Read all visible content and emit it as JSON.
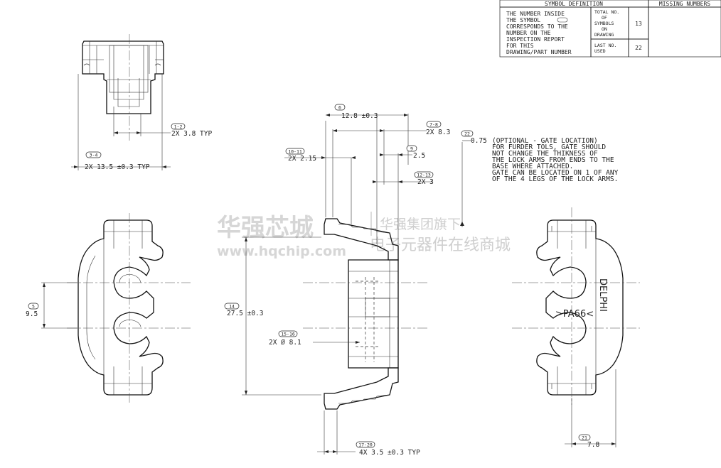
{
  "table": {
    "header_left": "SYMBOL DEFINITION",
    "header_right": "MISSING NUMBERS",
    "definition_lines": [
      "THE NUMBER INSIDE",
      "THE SYMBOL",
      "CORRESPONDS TO THE",
      "NUMBER ON THE",
      "INSPECTION REPORT",
      "FOR THIS",
      "DRAWING/PART NUMBER"
    ],
    "total_label_lines": [
      "TOTAL NO.",
      "OF",
      "SYMBOLS",
      "ON",
      "DRAWING"
    ],
    "total_value": "13",
    "last_label_lines": [
      "LAST NO.",
      "USED"
    ],
    "last_value": "22"
  },
  "dims": {
    "d12": {
      "tag": "1-2",
      "text": "2X 3.8 TYP"
    },
    "d34": {
      "tag": "3-4",
      "text": "2X 13.5 ±0.3 TYP"
    },
    "d6": {
      "tag": "6",
      "text": "12.8 ±0.3"
    },
    "d78": {
      "tag": "7-8",
      "text": "2X 8.3"
    },
    "d22": {
      "tag": "22",
      "text": "0.75"
    },
    "d1011": {
      "tag": "10-11",
      "text": "2X 2.15"
    },
    "d9": {
      "tag": "9",
      "text": "2.5"
    },
    "d1213": {
      "tag": "12-13",
      "text": "2X 3"
    },
    "d5": {
      "tag": "5",
      "text": "9.5"
    },
    "d14": {
      "tag": "14",
      "text": "27.5 ±0.3"
    },
    "d1516": {
      "tag": "15-16",
      "text": "2X Ø 8.1"
    },
    "d1720": {
      "tag": "17-20",
      "text": "4X 3.5 ±0.3 TYP"
    },
    "d21": {
      "tag": "21",
      "text": "7.8"
    }
  },
  "note_lines": [
    "(OPTIONAL - GATE LOCATION)",
    "FOR FURDER TOLS, GATE SHOULD",
    "NOT CHANGE THE THIKNESS OF",
    "THE LOCK ARMS FROM ENDS TO THE",
    "BASE WHERE ATTACHED.",
    "GATE CAN BE LOCATED ON 1 OF ANY",
    "OF THE 4 LEGS OF THE LOCK ARMS."
  ],
  "part_marks": {
    "material": ">PA66<",
    "brand": "DELPHI"
  },
  "watermark": {
    "brand_cn": "华强芯城",
    "url": "www.hqchip.com",
    "tag_cn": "华强集团旗下",
    "slogan_cn": "电子元器件在线商城"
  }
}
